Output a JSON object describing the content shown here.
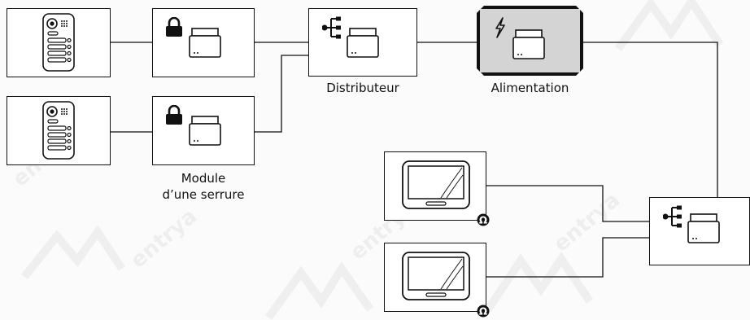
{
  "diagram": {
    "labels": {
      "distributor": "Distributeur",
      "power_supply": "Alimentation",
      "lock_module_line1": "Module",
      "lock_module_line2": "d’une serrure"
    },
    "watermark_text": "entrya",
    "colors": {
      "line": "#111111",
      "psu_fill": "#d4d4d4",
      "box_fill": "#ffffff",
      "background": "#fbfbfb",
      "watermark": "#eeeeee"
    },
    "icons": [
      "door-station-icon",
      "lock-icon",
      "din-module-icon",
      "distributor-icon",
      "lightning-icon",
      "monitor-icon",
      "termination-resistor-icon"
    ]
  }
}
